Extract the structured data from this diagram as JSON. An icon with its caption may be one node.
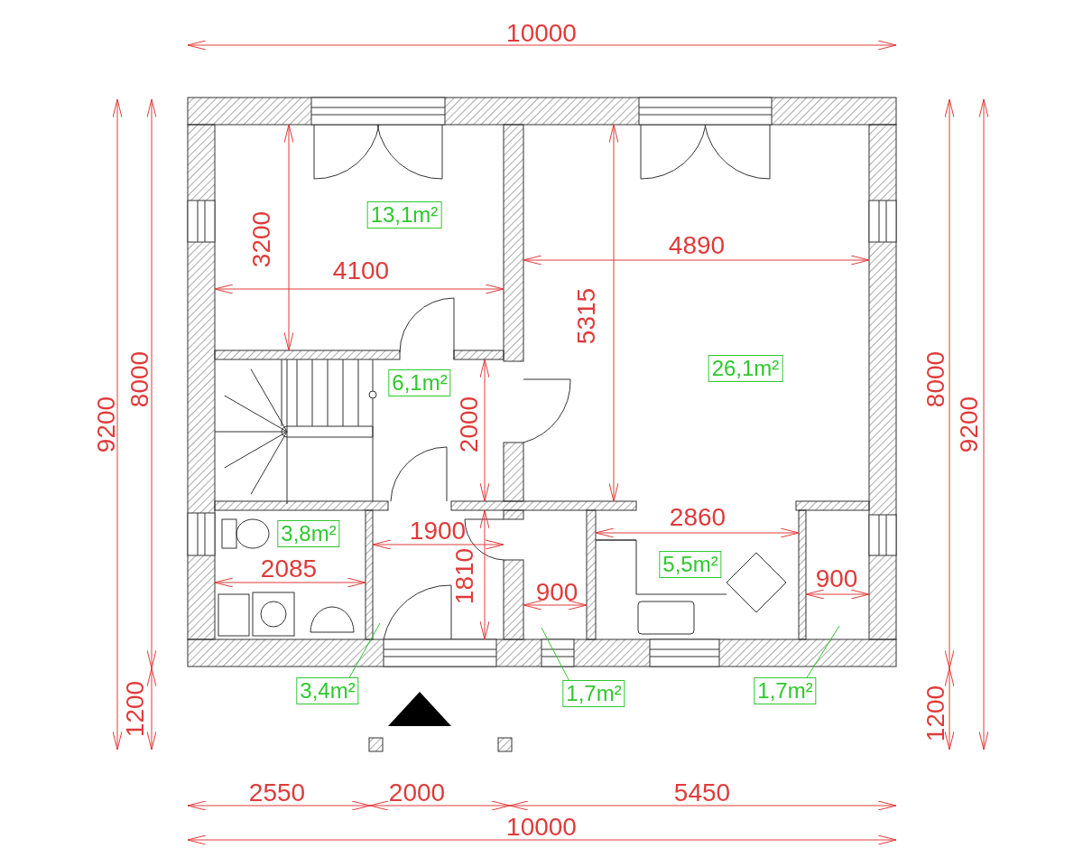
{
  "diagram": {
    "nodes": [
      {
        "text": [
          "13,1m²"
        ]
      },
      {
        "text": [
          "6,1m²"
        ]
      },
      {
        "text": [
          "26,1m²"
        ]
      },
      {
        "text": [
          "3,8m²"
        ]
      },
      {
        "text": [
          "5,5m²"
        ]
      },
      {
        "text": [
          "3,4m²"
        ]
      },
      {
        "text": [
          "1,7m²"
        ]
      },
      {
        "text": [
          "1,7m²"
        ]
      }
    ],
    "edges": [
      {
        "from": 5,
        "to": null,
        "arrow": "none"
      },
      {
        "from": 6,
        "to": null,
        "arrow": "none"
      },
      {
        "from": 7,
        "to": null,
        "arrow": "none"
      }
    ],
    "labels": [
      "10000",
      "9200",
      "8000",
      "1200",
      "3200",
      "4100",
      "4890",
      "5315",
      "2000",
      "1900",
      "2085",
      "1810",
      "900",
      "2860",
      "900",
      "8000",
      "9200",
      "1200",
      "2550",
      "2000",
      "5450",
      "10000"
    ]
  }
}
